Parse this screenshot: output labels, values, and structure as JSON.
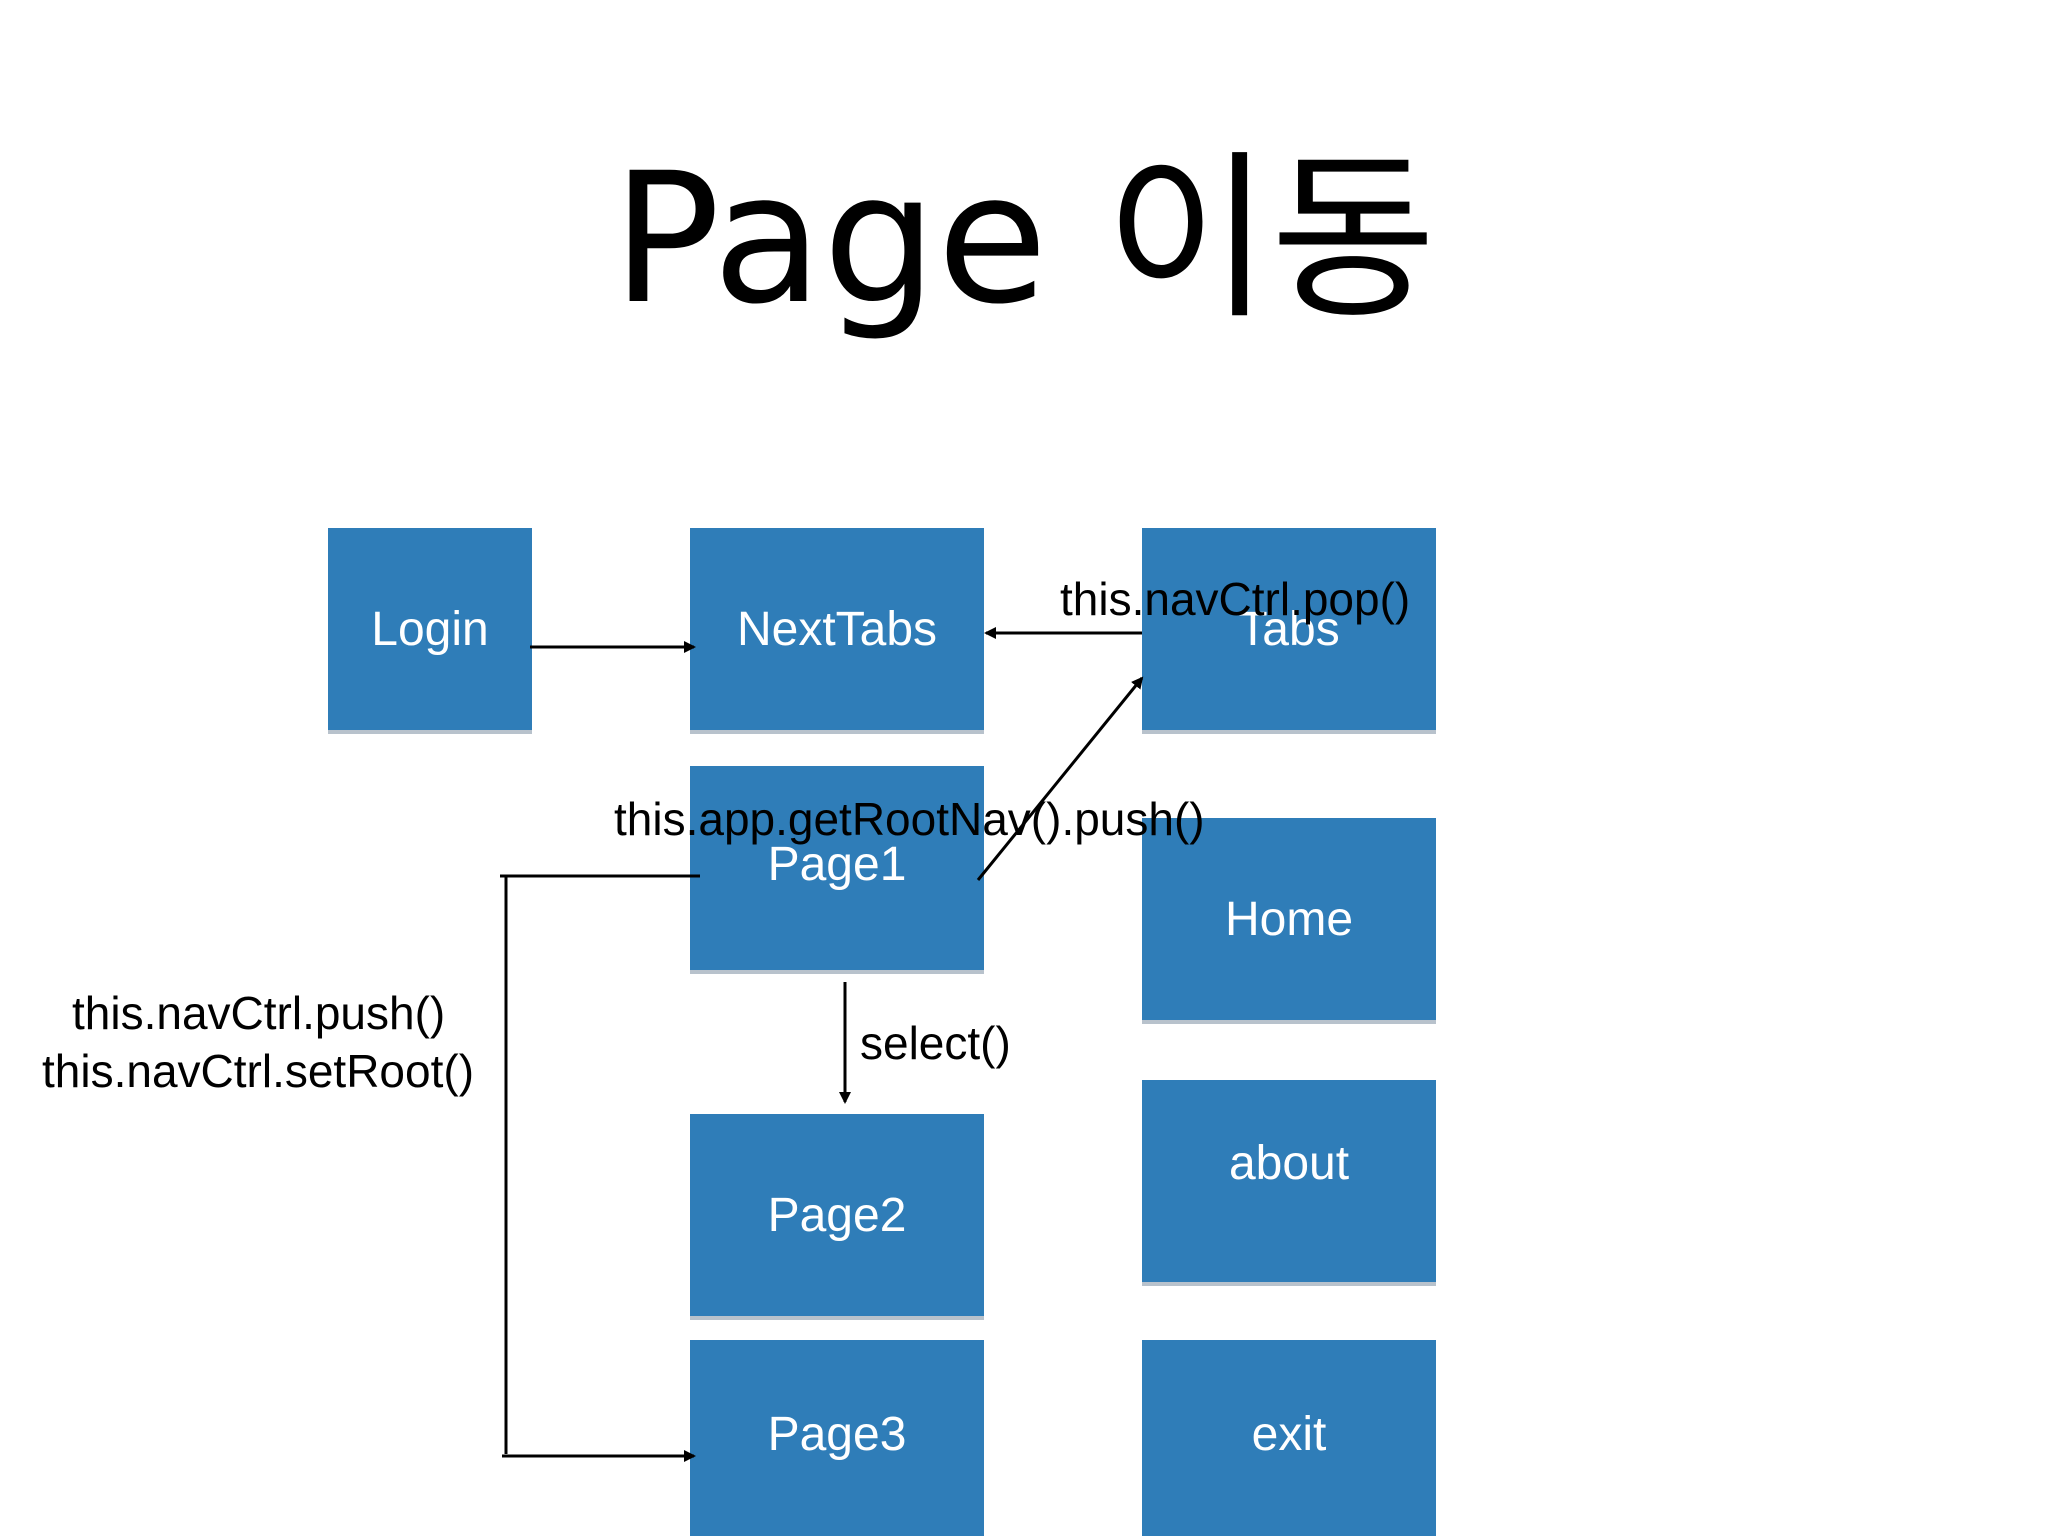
{
  "title": "Page 이동",
  "boxes": {
    "login": "Login",
    "nexttabs": "NextTabs",
    "tabs": "Tabs",
    "page1": "Page1",
    "page2": "Page2",
    "page3": "Page3",
    "home": "Home",
    "about": "about",
    "exit": "exit"
  },
  "labels": {
    "pop": "this.navCtrl.pop()",
    "root_nav_push": "this.app.getRootNav().push()",
    "select": "select()",
    "nav_push": "this.navCtrl.push()",
    "set_root": "this.navCtrl.setRoot()"
  },
  "colors": {
    "box_fill": "#2f7db8",
    "box_text": "#ffffff",
    "line": "#000000"
  }
}
